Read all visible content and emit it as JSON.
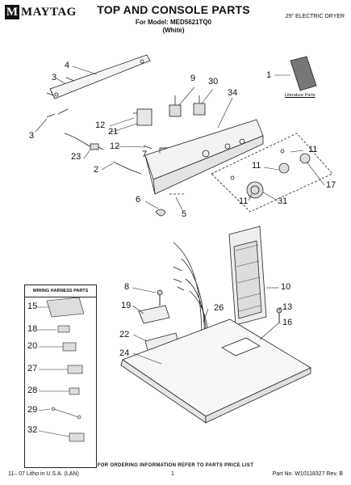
{
  "header": {
    "brand": "MAYTAG",
    "brand_mark": "M",
    "title": "TOP AND CONSOLE PARTS",
    "model_line": "For Model: MED5621TQ0",
    "variant": "(White)",
    "product_type": "29\" ELECTRIC DRYER"
  },
  "literature_label": "Literature Parts",
  "wiring_harness_title": "WIRING HARNESS PARTS",
  "callouts": {
    "c1": "1",
    "c2": "2",
    "c3a": "3",
    "c3b": "3",
    "c4": "4",
    "c5": "5",
    "c6": "6",
    "c7": "7",
    "c8": "8",
    "c9": "9",
    "c10": "10",
    "c11a": "11",
    "c11b": "11",
    "c11c": "11",
    "c12a": "12",
    "c12b": "12",
    "c13": "13",
    "c15": "15",
    "c16": "16",
    "c17": "17",
    "c18": "18",
    "c19": "19",
    "c20": "20",
    "c21": "21",
    "c22": "22",
    "c23": "23",
    "c24": "24",
    "c26": "26",
    "c27": "27",
    "c28": "28",
    "c29": "29",
    "c30": "30",
    "c31": "31",
    "c32": "32",
    "c34": "34"
  },
  "footer": {
    "ordering": "FOR ORDERING INFORMATION REFER TO PARTS PRICE LIST",
    "print_info": "11– 07 Litho in U.S.A. (LAN)",
    "page_number": "1",
    "part_number": "Part No. W10118327 Rev. B"
  }
}
